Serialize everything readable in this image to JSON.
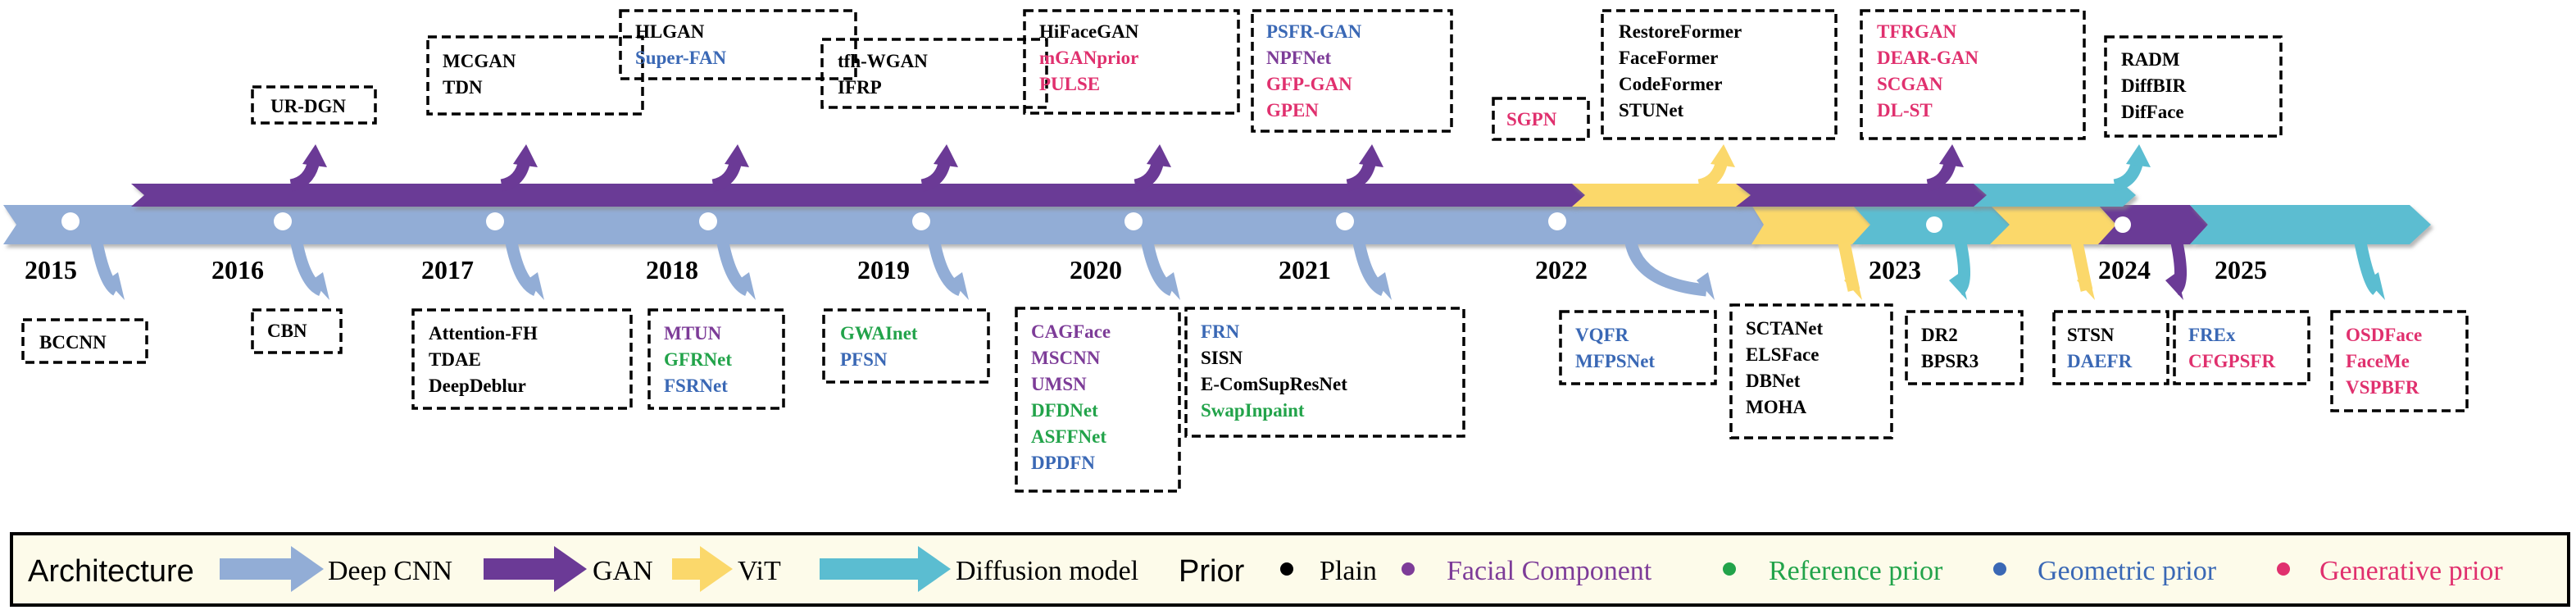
{
  "colors": {
    "cnn": "#92add6",
    "gan": "#6b3a96",
    "vit": "#fbd86b",
    "diffusion": "#5bbdd1",
    "plain": "#000000",
    "facial": "#7d3c98",
    "reference": "#22a34a",
    "geometric": "#3a68b5",
    "generative": "#e0306e"
  },
  "years": [
    "2015",
    "2016",
    "2017",
    "2018",
    "2019",
    "2020",
    "2021",
    "2022",
    "2023",
    "2024",
    "2025"
  ],
  "groups": {
    "g01": [
      {
        "name": "UR-DGN",
        "prior": "plain"
      }
    ],
    "g02": [
      {
        "name": "MCGAN",
        "prior": "plain"
      },
      {
        "name": "TDN",
        "prior": "plain"
      }
    ],
    "g03": [
      {
        "name": "HLGAN",
        "prior": "plain"
      },
      {
        "name": "Super-FAN",
        "prior": "geometric"
      }
    ],
    "g04": [
      {
        "name": "tfh-WGAN",
        "prior": "plain"
      },
      {
        "name": "IFRP",
        "prior": "plain"
      }
    ],
    "g05": [
      {
        "name": "HiFaceGAN",
        "prior": "plain"
      },
      {
        "name": "mGANprior",
        "prior": "generative"
      },
      {
        "name": "PULSE",
        "prior": "generative"
      }
    ],
    "g06": [
      {
        "name": "PSFR-GAN",
        "prior": "geometric"
      },
      {
        "name": "NPFNet",
        "prior": "facial"
      },
      {
        "name": "GFP-GAN",
        "prior": "generative"
      },
      {
        "name": "GPEN",
        "prior": "generative"
      }
    ],
    "g07": [
      {
        "name": "SGPN",
        "prior": "generative"
      }
    ],
    "g08": [
      {
        "name": "RestoreFormer",
        "prior": "plain"
      },
      {
        "name": "FaceFormer",
        "prior": "plain"
      },
      {
        "name": "CodeFormer",
        "prior": "plain"
      },
      {
        "name": "STUNet",
        "prior": "plain"
      }
    ],
    "g09": [
      {
        "name": "TFRGAN",
        "prior": "generative"
      },
      {
        "name": "DEAR-GAN",
        "prior": "generative"
      },
      {
        "name": "SCGAN",
        "prior": "generative"
      },
      {
        "name": "DL-ST",
        "prior": "generative"
      }
    ],
    "g10": [
      {
        "name": "RADM",
        "prior": "plain"
      },
      {
        "name": "DiffBIR",
        "prior": "plain"
      },
      {
        "name": "DifFace",
        "prior": "plain"
      }
    ],
    "g11": [
      {
        "name": "BCCNN",
        "prior": "plain"
      }
    ],
    "g12": [
      {
        "name": "CBN",
        "prior": "plain"
      }
    ],
    "g13": [
      {
        "name": "Attention-FH",
        "prior": "plain"
      },
      {
        "name": "TDAE",
        "prior": "plain"
      },
      {
        "name": "DeepDeblur",
        "prior": "plain"
      }
    ],
    "g14": [
      {
        "name": "MTUN",
        "prior": "facial"
      },
      {
        "name": "GFRNet",
        "prior": "reference"
      },
      {
        "name": "FSRNet",
        "prior": "geometric"
      }
    ],
    "g15": [
      {
        "name": "GWAInet",
        "prior": "reference"
      },
      {
        "name": "PFSN",
        "prior": "geometric"
      }
    ],
    "g16": [
      {
        "name": "CAGFace",
        "prior": "facial"
      },
      {
        "name": "MSCNN",
        "prior": "facial"
      },
      {
        "name": "UMSN",
        "prior": "facial"
      },
      {
        "name": "DFDNet",
        "prior": "reference"
      },
      {
        "name": "ASFFNet",
        "prior": "reference"
      },
      {
        "name": "DPDFN",
        "prior": "geometric"
      }
    ],
    "g17": [
      {
        "name": "FRN",
        "prior": "geometric"
      },
      {
        "name": "SISN",
        "prior": "plain"
      },
      {
        "name": "E-ComSupResNet",
        "prior": "plain"
      },
      {
        "name": "SwapInpaint",
        "prior": "reference"
      }
    ],
    "g18": [
      {
        "name": "VQFR",
        "prior": "geometric"
      },
      {
        "name": "MFPSNet",
        "prior": "geometric"
      }
    ],
    "g19": [
      {
        "name": "SCTANet",
        "prior": "plain"
      },
      {
        "name": "ELSFace",
        "prior": "plain"
      },
      {
        "name": "DBNet",
        "prior": "plain"
      },
      {
        "name": "MOHA",
        "prior": "plain"
      }
    ],
    "g20": [
      {
        "name": "DR2",
        "prior": "plain"
      },
      {
        "name": "BPSR3",
        "prior": "plain"
      }
    ],
    "g21": [
      {
        "name": "STSN",
        "prior": "plain"
      },
      {
        "name": "DAEFR",
        "prior": "geometric"
      }
    ],
    "g22": [
      {
        "name": "FREx",
        "prior": "geometric"
      },
      {
        "name": "CFGPSFR",
        "prior": "generative"
      }
    ],
    "g23": [
      {
        "name": "OSDFace",
        "prior": "generative"
      },
      {
        "name": "FaceMe",
        "prior": "generative"
      },
      {
        "name": "VSPBFR",
        "prior": "generative"
      }
    ]
  },
  "legend": {
    "architecture_label": "Architecture",
    "arch": [
      {
        "key": "cnn",
        "label": "Deep CNN"
      },
      {
        "key": "gan",
        "label": "GAN"
      },
      {
        "key": "vit",
        "label": "ViT"
      },
      {
        "key": "diffusion",
        "label": "Diffusion model"
      }
    ],
    "prior_label": "Prior",
    "priors": [
      {
        "key": "plain",
        "label": "Plain"
      },
      {
        "key": "facial",
        "label": "Facial Component"
      },
      {
        "key": "reference",
        "label": "Reference prior"
      },
      {
        "key": "geometric",
        "label": "Geometric prior"
      },
      {
        "key": "generative",
        "label": "Generative prior"
      }
    ]
  }
}
